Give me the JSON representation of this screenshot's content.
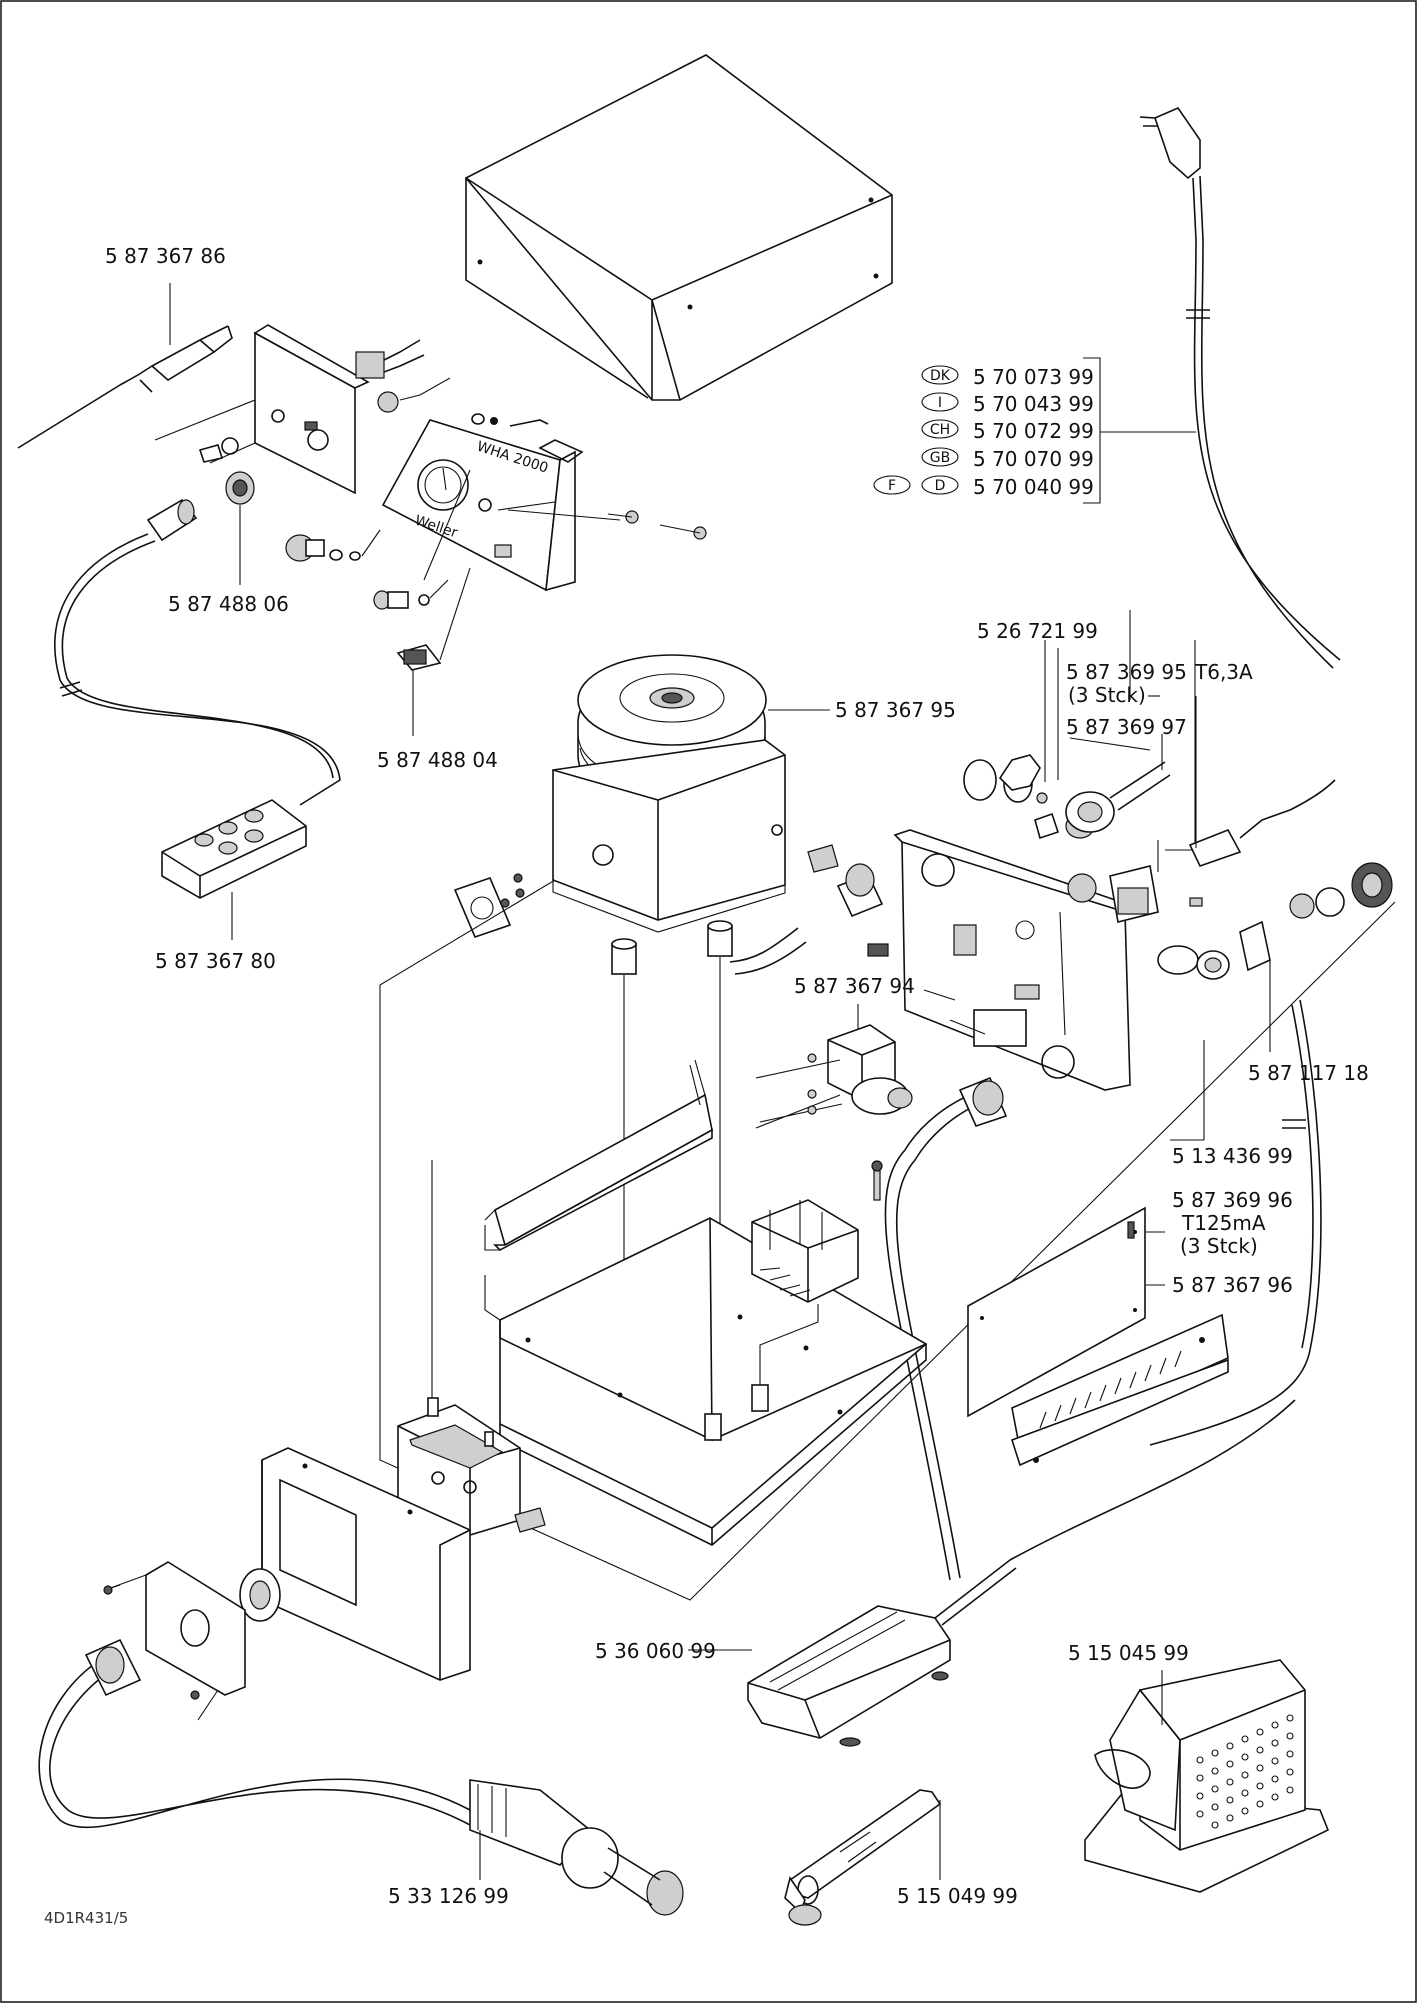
{
  "labels": {
    "p587367_86": "5 87 367 86",
    "p587488_06": "5 87 488 06",
    "p587488_04": "5 87 488 04",
    "p587367_80": "5 87 367 80",
    "p587367_95": "5 87 367 95",
    "p526721_99": "5 26 721 99",
    "p587369_95": "5 87 369 95",
    "stck1": "(3 Stck)",
    "t63a": "T6,3A",
    "p587369_97": "5 87 369 97",
    "p587367_94": "5 87 367 94",
    "p587117_18": "5 87 117 18",
    "p513436_99": "5 13 436 99",
    "p587369_96": "5 87 369 96",
    "t125ma": "T125mA",
    "stck2": "(3 Stck)",
    "p587367_96": "5 87 367 96",
    "p536060_99": "5 36 060 99",
    "p515045_99": "5 15 045 99",
    "p533126_99": "5 33 126 99",
    "p515049_99": "5 15 049 99",
    "drawing_no": "4D1R431/5"
  },
  "power_cords": [
    {
      "countries": [
        "DK"
      ],
      "part": "5 70 073 99"
    },
    {
      "countries": [
        "I"
      ],
      "part": "5 70 043 99"
    },
    {
      "countries": [
        "CH"
      ],
      "part": "5 70 072 99"
    },
    {
      "countries": [
        "GB"
      ],
      "part": "5 70 070 99"
    },
    {
      "countries": [
        "F",
        "D"
      ],
      "part": "5 70 040 99"
    }
  ],
  "panel": {
    "model": "WHA 2000",
    "brand": "Weller"
  }
}
